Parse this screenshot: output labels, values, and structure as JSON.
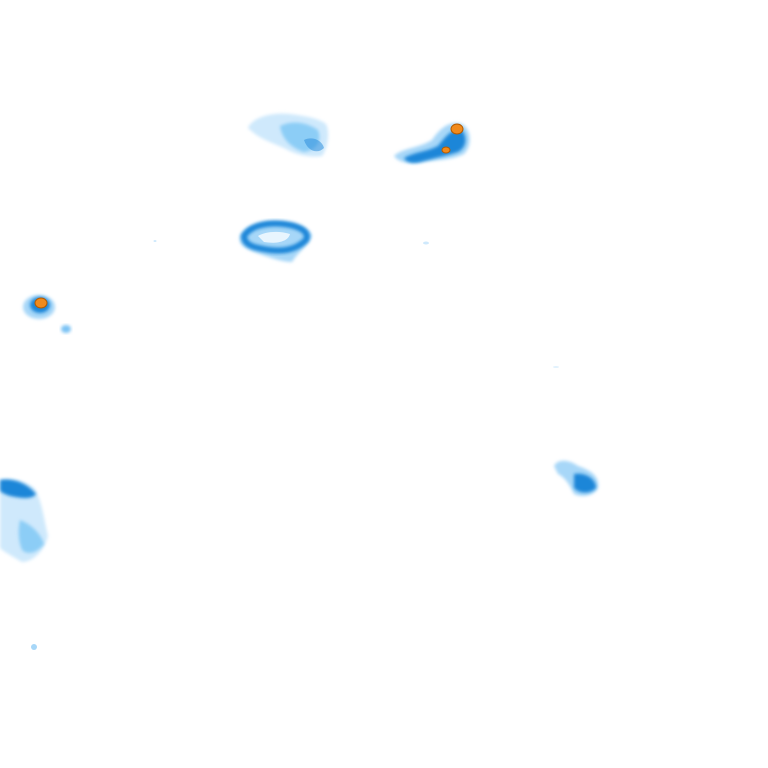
{
  "layer": {
    "type": "precipitation-radar-tile",
    "background_color": "#ffffff",
    "palette": {
      "light": "#bfe3fb",
      "medium": "#6cbdf2",
      "heavy": "#1f86d8",
      "intense": "#f08a1c",
      "intense_outline": "#b35a00"
    },
    "cell_count": 9,
    "intense_core_count": 3
  }
}
